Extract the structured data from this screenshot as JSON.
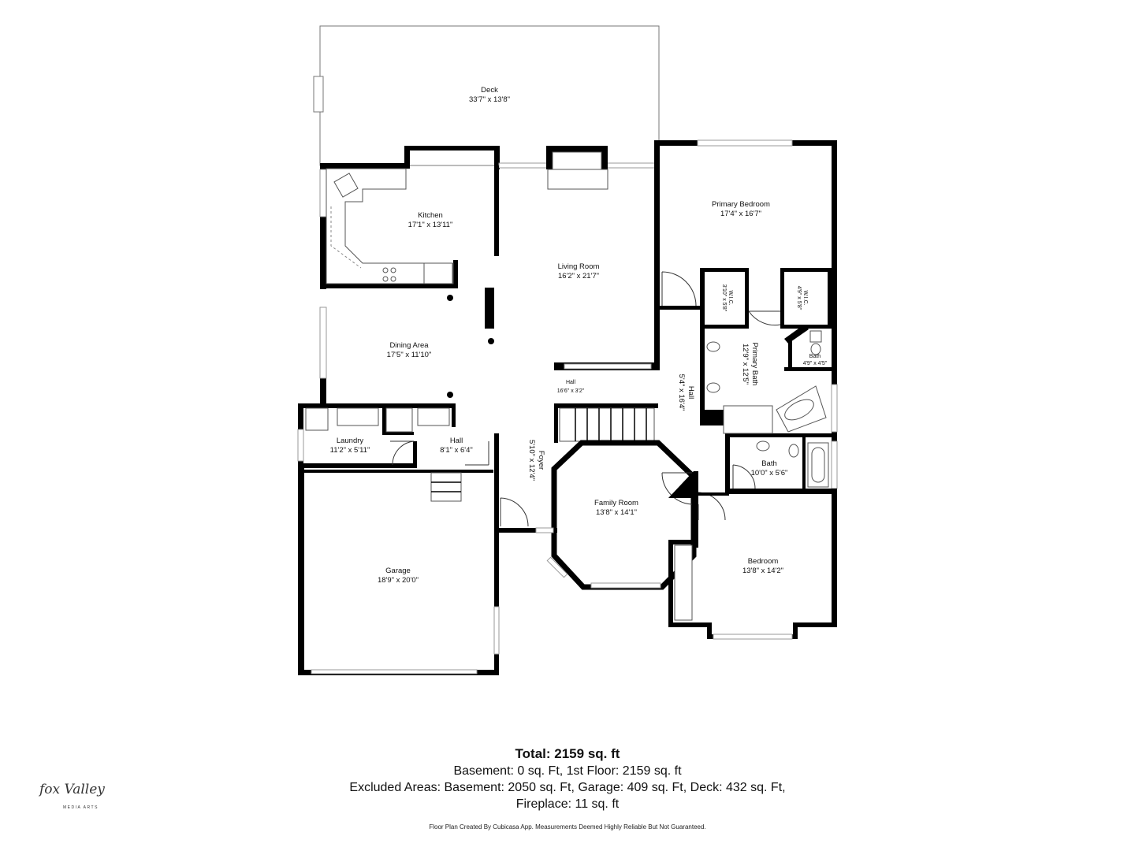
{
  "rooms": {
    "deck": {
      "name": "Deck",
      "dim": "33'7\" x 13'8\""
    },
    "kitchen": {
      "name": "Kitchen",
      "dim": "17'1\" x 13'11\""
    },
    "living": {
      "name": "Living Room",
      "dim": "16'2\" x 21'7\""
    },
    "primary_bed": {
      "name": "Primary Bedroom",
      "dim": "17'4\" x 16'7\""
    },
    "wic_left": {
      "name": "W.I.C.",
      "dim": "3'10\" x 5'8\""
    },
    "wic_right": {
      "name": "W.I.C.",
      "dim": "4'9\" x 5'8\""
    },
    "primary_bath": {
      "name": "Primary Bath",
      "dim": "12'9\" x 12'5\""
    },
    "bath_small": {
      "name": "Bath",
      "dim": "4'9\" x 4'5\""
    },
    "dining": {
      "name": "Dining Area",
      "dim": "17'5\" x 11'10\""
    },
    "hall_upper": {
      "name": "Hall",
      "dim": "16'6\" x 3'2\""
    },
    "hall_right": {
      "name": "Hall",
      "dim": "5'4\" x 16'4\""
    },
    "laundry": {
      "name": "Laundry",
      "dim": "11'2\" x 5'11\""
    },
    "hall_small": {
      "name": "Hall",
      "dim": "8'1\" x 6'4\""
    },
    "foyer": {
      "name": "Foyer",
      "dim": "5'10\" x 12'4\""
    },
    "bath": {
      "name": "Bath",
      "dim": "10'0\" x 5'6\""
    },
    "family": {
      "name": "Family Room",
      "dim": "13'8\" x 14'1\""
    },
    "garage": {
      "name": "Garage",
      "dim": "18'9\" x 20'0\""
    },
    "bedroom": {
      "name": "Bedroom",
      "dim": "13'8\" x 14'2\""
    }
  },
  "summary": {
    "total": "Total: 2159 sq. ft",
    "line1": "Basement: 0 sq. Ft, 1st Floor: 2159 sq. ft",
    "line2": "Excluded Areas: Basement: 2050 sq. Ft, Garage: 409 sq. Ft, Deck: 432 sq. Ft,",
    "line3": "Fireplace: 11 sq. ft"
  },
  "credit": "Floor Plan Created By Cubicasa App. Measurements Deemed Highly Reliable But Not Guaranteed.",
  "logo": {
    "brand": "fox Valley",
    "sub": "MEDIA ARTS"
  },
  "colors": {
    "walls": "#000000",
    "text": "#111111",
    "background": "#ffffff"
  }
}
